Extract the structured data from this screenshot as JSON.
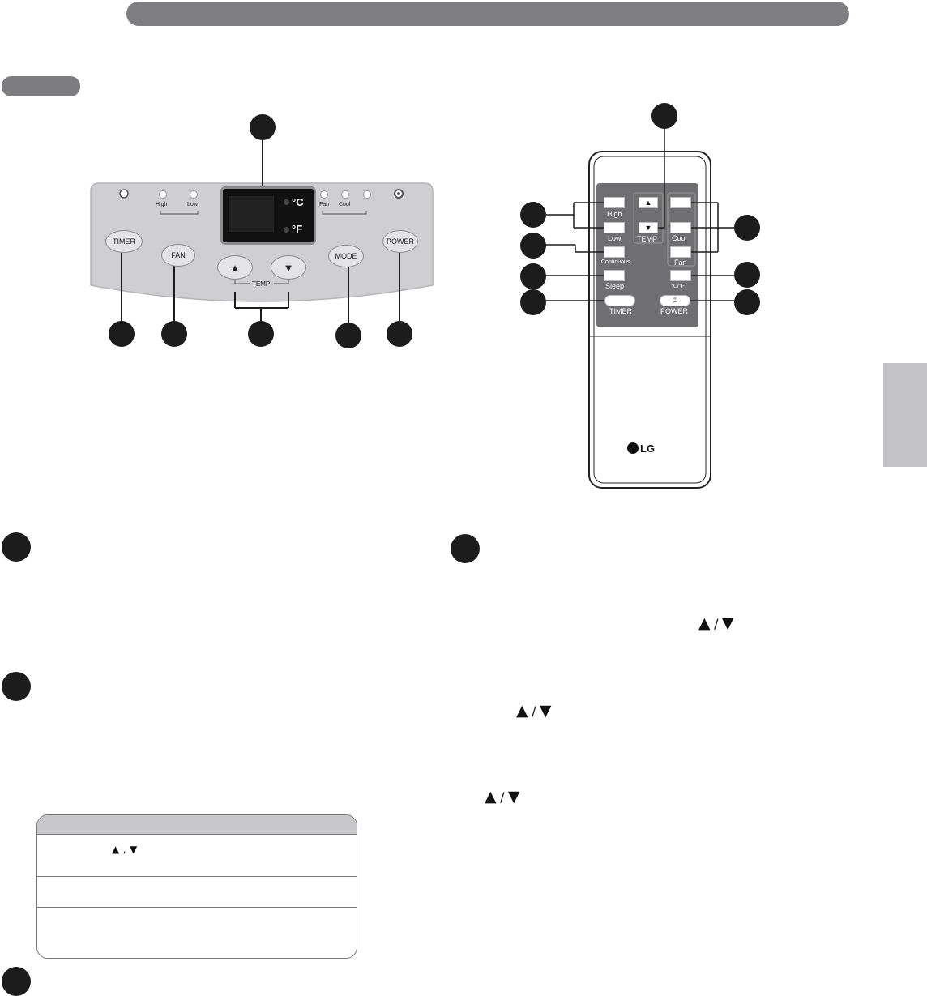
{
  "control_panel": {
    "fan_speed_leds": [
      "High",
      "Low"
    ],
    "mode_leds": [
      "Fan",
      "Cool"
    ],
    "units": [
      "°C",
      "°F"
    ],
    "buttons": {
      "timer": "TIMER",
      "fan": "FAN",
      "mode": "MODE",
      "power": "POWER",
      "temp_group": "TEMP"
    }
  },
  "remote": {
    "left_keys": [
      "High",
      "Low",
      "Continuous",
      "Sleep"
    ],
    "timer": "TIMER",
    "temp": "TEMP",
    "right_keys": [
      "Cool",
      "Fan"
    ],
    "unit_key": "℃/°F",
    "power": "POWER",
    "brand": "LG"
  },
  "icons": {
    "up": "▲",
    "down": "▼",
    "slash": "/",
    "comma": ","
  },
  "colors": {
    "header_gray": "#7e7e80",
    "panel_gray": "#cfcfd1",
    "remote_face": "#6f6f71",
    "callout": "#1c1c1c"
  }
}
